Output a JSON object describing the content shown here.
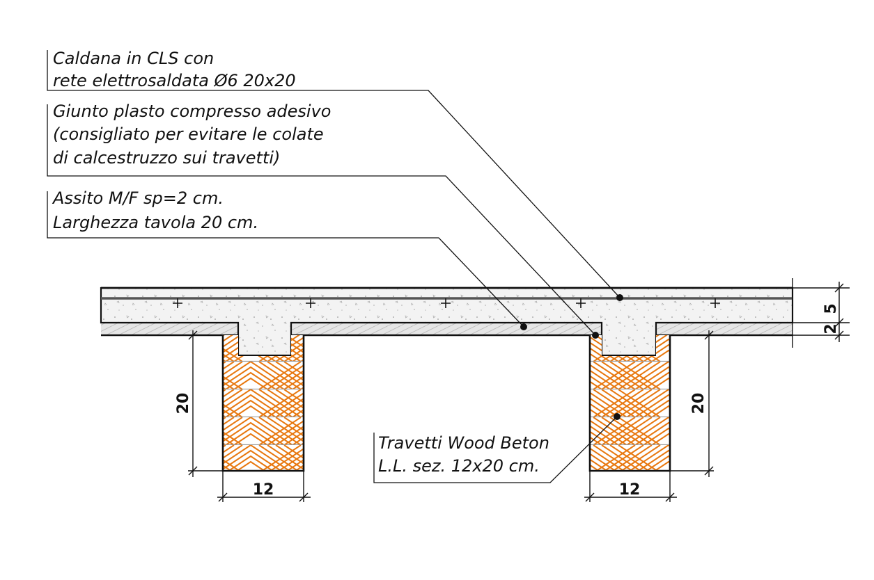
{
  "notes": {
    "caldana": [
      "Caldana in CLS con",
      "rete elettrosaldata Ø6 20x20"
    ],
    "giunto": [
      "Giunto plasto compresso adesivo",
      "(consigliato per evitare le colate",
      "di calcestruzzo sui travetti)"
    ],
    "assito": [
      "Assito M/F sp=2 cm.",
      "Larghezza tavola 20 cm."
    ],
    "travetti": [
      "Travetti Wood Beton",
      "L.L. sez. 12x20 cm."
    ]
  },
  "dimensions": {
    "slab": "5",
    "board": "2",
    "beam_height_left": "20",
    "beam_height_right": "20",
    "beam_width_left": "12",
    "beam_width_right": "12"
  },
  "colors": {
    "concrete": "#f3f3f3",
    "board": "#e6e6e6",
    "wood_hatch": "#e8780f",
    "rebar": "#555555",
    "line": "#111111"
  }
}
